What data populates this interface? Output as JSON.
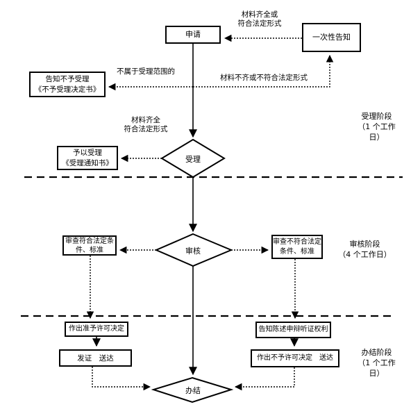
{
  "nodes": {
    "apply": {
      "label": "申请"
    },
    "one_time_notice": {
      "label": "一次性告知"
    },
    "reject_notice": {
      "lines": [
        "告知不予受理",
        "《不予受理决定书》"
      ]
    },
    "accept_notice": {
      "lines": [
        "予以受理",
        "《受理通知书》"
      ]
    },
    "accept_diamond": {
      "label": "受理"
    },
    "review_diamond": {
      "label": "审核"
    },
    "review_pass": {
      "lines": [
        "审查符合法定条",
        "件、标准"
      ]
    },
    "review_fail": {
      "lines": [
        "审查不符合法定",
        "条件、标准"
      ]
    },
    "grant_decision": {
      "label": "作出准予许可决定"
    },
    "issue_deliver": {
      "label": "发证　送达"
    },
    "hearing_rights": {
      "label": "告知陈述申辩听证权利"
    },
    "deny_decision": {
      "label": "作出不予许可决定　送达"
    },
    "complete_diamond": {
      "label": "办结"
    }
  },
  "edge_labels": {
    "complete_or_legal": {
      "lines": [
        "材料齐全或",
        "符合法定形式"
      ]
    },
    "not_in_scope": {
      "label": "不属于受理范围的"
    },
    "incomplete": {
      "label": "材料不齐或不符合法定形式"
    },
    "complete_legal": {
      "lines": [
        "材料齐全",
        "符合法定形式"
      ]
    }
  },
  "stages": {
    "stage1": {
      "lines": [
        "受理阶段",
        "（1 个工作",
        "日）"
      ]
    },
    "stage2": {
      "lines": [
        "审核阶段",
        "（4 个工作日）"
      ]
    },
    "stage3": {
      "lines": [
        "办结阶段",
        "（1 个工作",
        "日）"
      ]
    }
  },
  "colors": {
    "line": "#000000",
    "background": "#ffffff",
    "border": "#000000"
  }
}
